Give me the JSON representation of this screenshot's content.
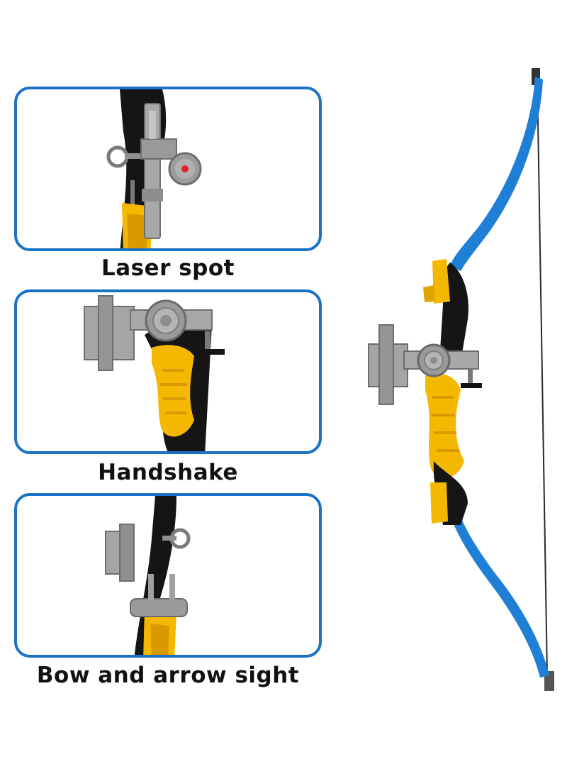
{
  "callouts": [
    {
      "label": "Laser spot"
    },
    {
      "label": "Handshake"
    },
    {
      "label": "Bow and arrow sight"
    }
  ],
  "colors": {
    "frame": "#1a73c4",
    "limb_blue": "#1f7fd6",
    "grip_yellow": "#f5b800",
    "riser_black": "#151515",
    "sight_gray": "#9a9a9a",
    "laser_red": "#e0202a"
  }
}
